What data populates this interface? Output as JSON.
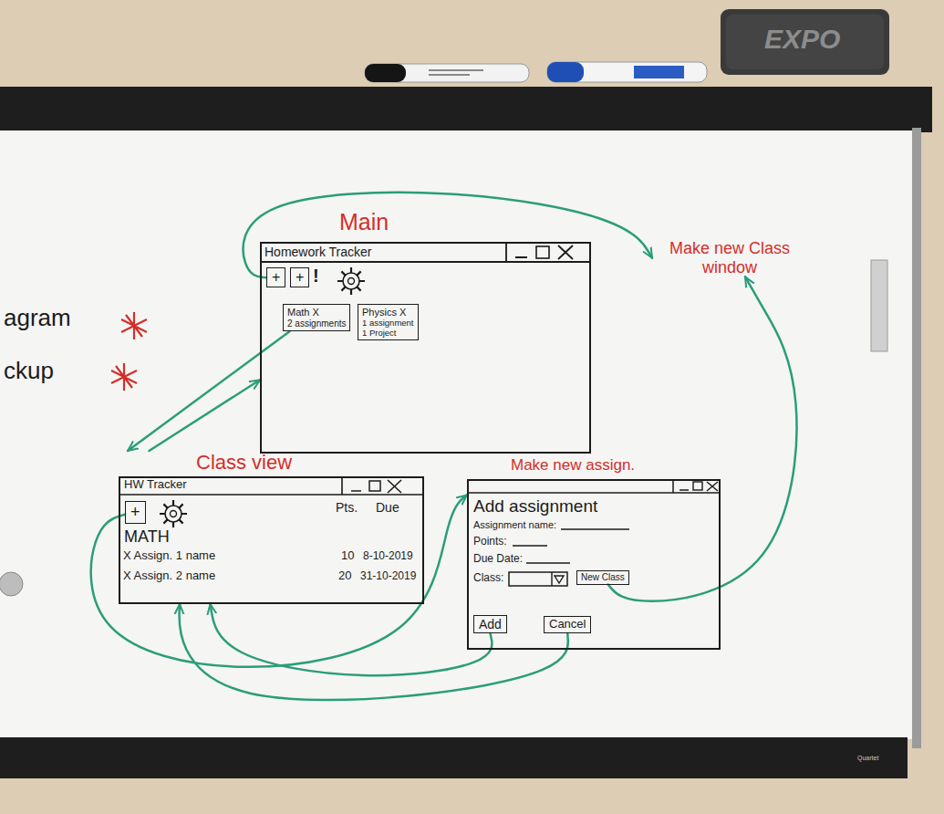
{
  "diagram": {
    "nodes": [
      {
        "text": [
          "Main",
          "Homework Tracker"
        ]
      },
      {
        "text": [
          "+"
        ],
        "in": 0
      },
      {
        "text": [
          "+"
        ],
        "in": 0
      },
      {
        "text": [
          "Math X",
          "2 assignments"
        ],
        "in": 0
      },
      {
        "text": [
          "Physics X",
          "1 assignment",
          "1 Project"
        ],
        "in": 0
      },
      {
        "text": [
          "Make new Class window"
        ]
      },
      {
        "text": [
          "Class view",
          "HW Tracker",
          "Pts.",
          "Due",
          "MATH",
          "X Assign. 1 name",
          "10",
          "8-10-2019",
          "X Assign. 2 name",
          "20",
          "31-10-2019"
        ]
      },
      {
        "text": [
          "+"
        ],
        "in": 6
      },
      {
        "text": [
          "Make new assign.",
          "Add assignment",
          "Assignment name:",
          "Points:",
          "Due Date:",
          "Class:"
        ]
      },
      {
        "text": [
          "New Class"
        ],
        "in": 8
      },
      {
        "text": [
          "Add"
        ],
        "in": 8
      },
      {
        "text": [
          "Cancel"
        ],
        "in": 8
      }
    ],
    "edges": [
      {
        "from": 1,
        "to": 5,
        "arrow": "to"
      },
      {
        "from": 3,
        "to": 6,
        "arrow": "to"
      },
      {
        "from": 6,
        "to": 0,
        "arrow": "to"
      },
      {
        "from": 7,
        "to": 8,
        "arrow": "to"
      },
      {
        "from": 9,
        "to": 5,
        "arrow": "to"
      },
      {
        "from": 10,
        "to": 6,
        "arrow": "to"
      },
      {
        "from": 11,
        "to": 6,
        "arrow": "to"
      }
    ],
    "labels": [
      "agram",
      "ckup",
      "!",
      "EXPO",
      "Quartet"
    ]
  }
}
